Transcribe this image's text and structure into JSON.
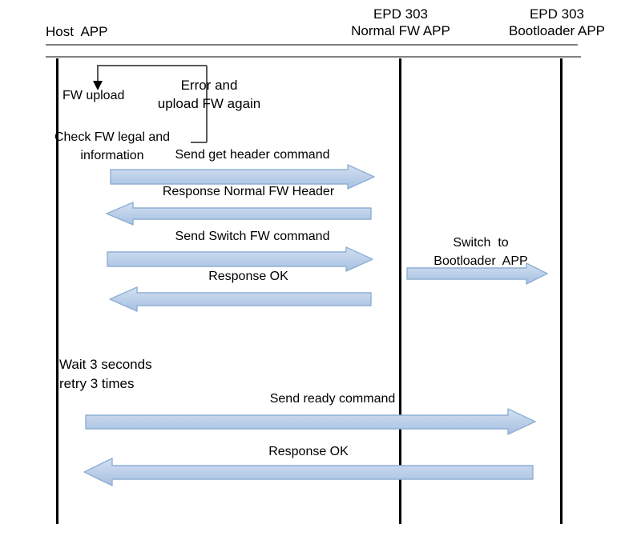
{
  "diagram": {
    "type": "sequence-diagram",
    "title": "EPD 303 firmware upload sequence",
    "colors": {
      "arrow_fill_top": "#c9d9ef",
      "arrow_fill_bottom": "#aac4e2",
      "arrow_stroke": "#8eafd4",
      "lifeline": "#000000",
      "rule": "#808080",
      "text": "#000000"
    },
    "participants": [
      {
        "id": "host",
        "label_line1": "Host  APP",
        "label_line2": ""
      },
      {
        "id": "normal_fw",
        "label_line1": "EPD 303",
        "label_line2": "Normal FW APP"
      },
      {
        "id": "bootloader",
        "label_line1": "EPD 303",
        "label_line2": "Bootloader APP"
      }
    ],
    "notes": [
      {
        "id": "fw-upload",
        "text": "FW upload"
      },
      {
        "id": "error-retry",
        "text": "Error and\nupload FW again"
      },
      {
        "id": "check-fw",
        "text": "Check FW legal and\ninformation"
      },
      {
        "id": "wait-retry",
        "text": "Wait 3 seconds\nretry 3 times"
      },
      {
        "id": "switch-bootloader",
        "text": "Switch  to\nBootloader  APP"
      }
    ],
    "messages": [
      {
        "id": "m1",
        "label": "Send get header command",
        "from": "host",
        "to": "normal_fw",
        "direction": "right"
      },
      {
        "id": "m2",
        "label": "Response Normal FW Header",
        "from": "normal_fw",
        "to": "host",
        "direction": "left"
      },
      {
        "id": "m3",
        "label": "Send Switch FW command",
        "from": "host",
        "to": "normal_fw",
        "direction": "right"
      },
      {
        "id": "m4",
        "label": "Response OK",
        "from": "normal_fw",
        "to": "host",
        "direction": "left"
      },
      {
        "id": "m5",
        "label": "Send ready command",
        "from": "host",
        "to": "bootloader",
        "direction": "right"
      },
      {
        "id": "m6",
        "label": "Response OK",
        "from": "bootloader",
        "to": "host",
        "direction": "left"
      }
    ]
  }
}
